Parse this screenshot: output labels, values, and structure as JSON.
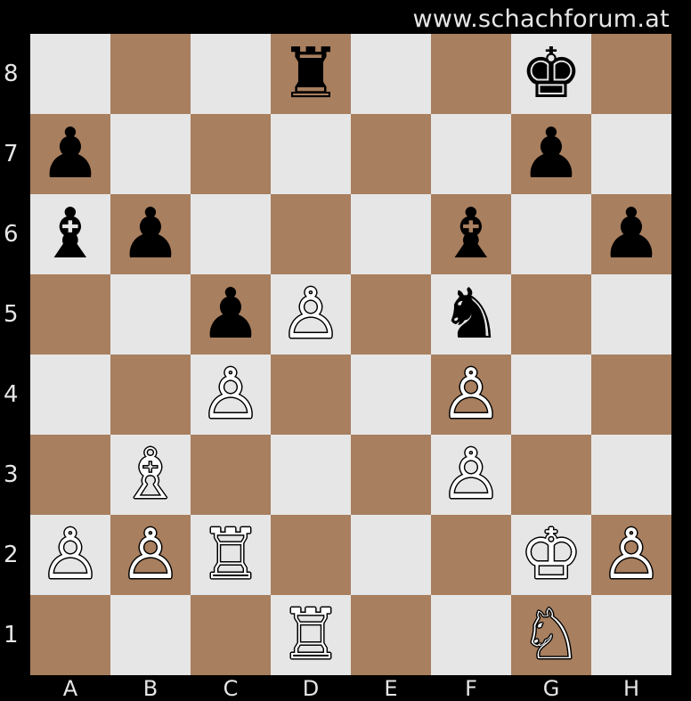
{
  "watermark": "www.schachforum.at",
  "colors": {
    "light_square": "#e6e6e6",
    "dark_square": "#a87f5f",
    "frame": "#000000",
    "label": "#e6e6e6"
  },
  "files": [
    "A",
    "B",
    "C",
    "D",
    "E",
    "F",
    "G",
    "H"
  ],
  "ranks": [
    "8",
    "7",
    "6",
    "5",
    "4",
    "3",
    "2",
    "1"
  ],
  "glyphs": {
    "white-king": "♔",
    "white-queen": "♕",
    "white-rook": "♖",
    "white-bishop": "♗",
    "white-knight": "♘",
    "white-pawn": "♙",
    "black-king": "♚",
    "black-queen": "♛",
    "black-rook": "♜",
    "black-bishop": "♝",
    "black-knight": "♞",
    "black-pawn": "♟"
  },
  "pieces": [
    {
      "square": "d8",
      "color": "black",
      "type": "rook"
    },
    {
      "square": "g8",
      "color": "black",
      "type": "king"
    },
    {
      "square": "a7",
      "color": "black",
      "type": "pawn"
    },
    {
      "square": "g7",
      "color": "black",
      "type": "pawn"
    },
    {
      "square": "a6",
      "color": "black",
      "type": "bishop"
    },
    {
      "square": "b6",
      "color": "black",
      "type": "pawn"
    },
    {
      "square": "f6",
      "color": "black",
      "type": "bishop"
    },
    {
      "square": "h6",
      "color": "black",
      "type": "pawn"
    },
    {
      "square": "c5",
      "color": "black",
      "type": "pawn"
    },
    {
      "square": "d5",
      "color": "white",
      "type": "pawn"
    },
    {
      "square": "f5",
      "color": "black",
      "type": "knight"
    },
    {
      "square": "c4",
      "color": "white",
      "type": "pawn"
    },
    {
      "square": "f4",
      "color": "white",
      "type": "pawn"
    },
    {
      "square": "b3",
      "color": "white",
      "type": "bishop"
    },
    {
      "square": "f3",
      "color": "white",
      "type": "pawn"
    },
    {
      "square": "a2",
      "color": "white",
      "type": "pawn"
    },
    {
      "square": "b2",
      "color": "white",
      "type": "pawn"
    },
    {
      "square": "c2",
      "color": "white",
      "type": "rook"
    },
    {
      "square": "g2",
      "color": "white",
      "type": "king"
    },
    {
      "square": "h2",
      "color": "white",
      "type": "pawn"
    },
    {
      "square": "d1",
      "color": "white",
      "type": "rook"
    },
    {
      "square": "g1",
      "color": "white",
      "type": "knight"
    }
  ]
}
